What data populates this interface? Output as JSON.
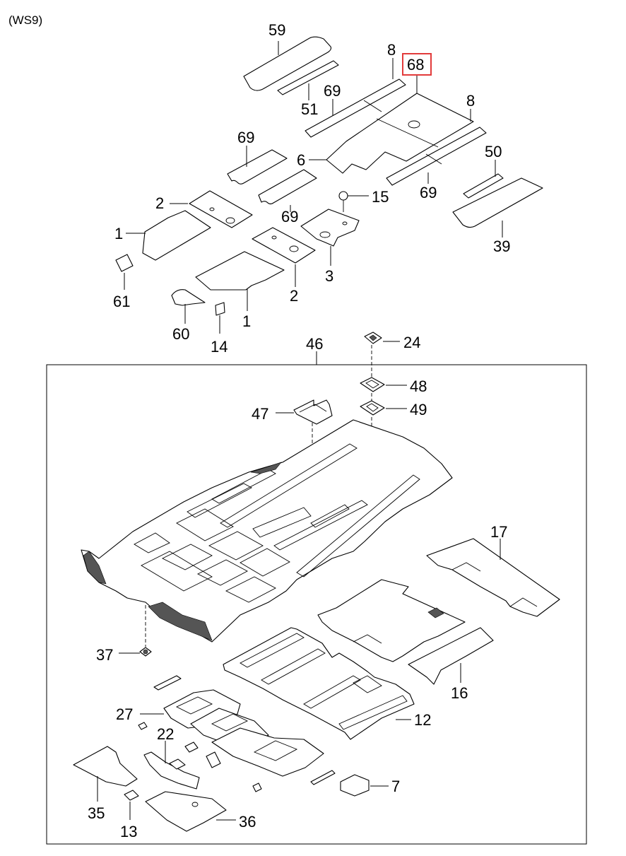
{
  "model_code": "(WS9)",
  "labels": {
    "p59": "59",
    "p51": "51",
    "p8a": "8",
    "p68": "68",
    "p69a": "69",
    "p8b": "8",
    "p69b": "69",
    "p6": "6",
    "p69c": "69",
    "p50": "50",
    "p69d": "69",
    "p15": "15",
    "p39": "39",
    "p2a": "2",
    "p1a": "1",
    "p3": "3",
    "p61": "61",
    "p2b": "2",
    "p1b": "1",
    "p60": "60",
    "p14": "14",
    "p46": "46",
    "p24": "24",
    "p48": "48",
    "p47": "47",
    "p49": "49",
    "p17": "17",
    "p37": "37",
    "p16": "16",
    "p27": "27",
    "p12": "12",
    "p22": "22",
    "p7": "7",
    "p35": "35",
    "p36": "36",
    "p13": "13"
  },
  "highlighted_part": "68",
  "highlight_color": "#e23b3b"
}
